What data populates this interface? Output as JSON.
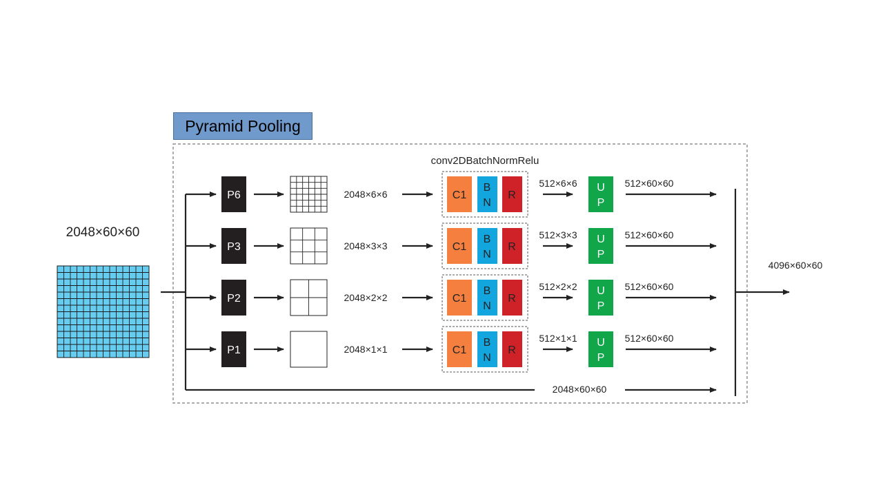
{
  "title": "Pyramid Pooling",
  "input_label": "2048×60×60",
  "block_label": "conv2DBatchNormRelu",
  "output_label": "4096×60×60",
  "skip_label": "2048×60×60",
  "colors": {
    "input_grid": "#66ccf0",
    "title_box": "#7099cc",
    "pool_box": "#231f20",
    "conv": "#f47f3f",
    "batchnorm": "#12a5de",
    "relu": "#cf2128",
    "upsample": "#12a64a"
  },
  "block_letters": {
    "conv": "C1",
    "bn_top": "B",
    "bn_bottom": "N",
    "relu": "R",
    "up_top": "U",
    "up_bottom": "P"
  },
  "branches": [
    {
      "pool": "P6",
      "grid": 6,
      "pooled": "2048×6×6",
      "reduced": "512×6×6",
      "upsampled": "512×60×60"
    },
    {
      "pool": "P3",
      "grid": 3,
      "pooled": "2048×3×3",
      "reduced": "512×3×3",
      "upsampled": "512×60×60"
    },
    {
      "pool": "P2",
      "grid": 2,
      "pooled": "2048×2×2",
      "reduced": "512×2×2",
      "upsampled": "512×60×60"
    },
    {
      "pool": "P1",
      "grid": 1,
      "pooled": "2048×1×1",
      "reduced": "512×1×1",
      "upsampled": "512×60×60"
    }
  ]
}
